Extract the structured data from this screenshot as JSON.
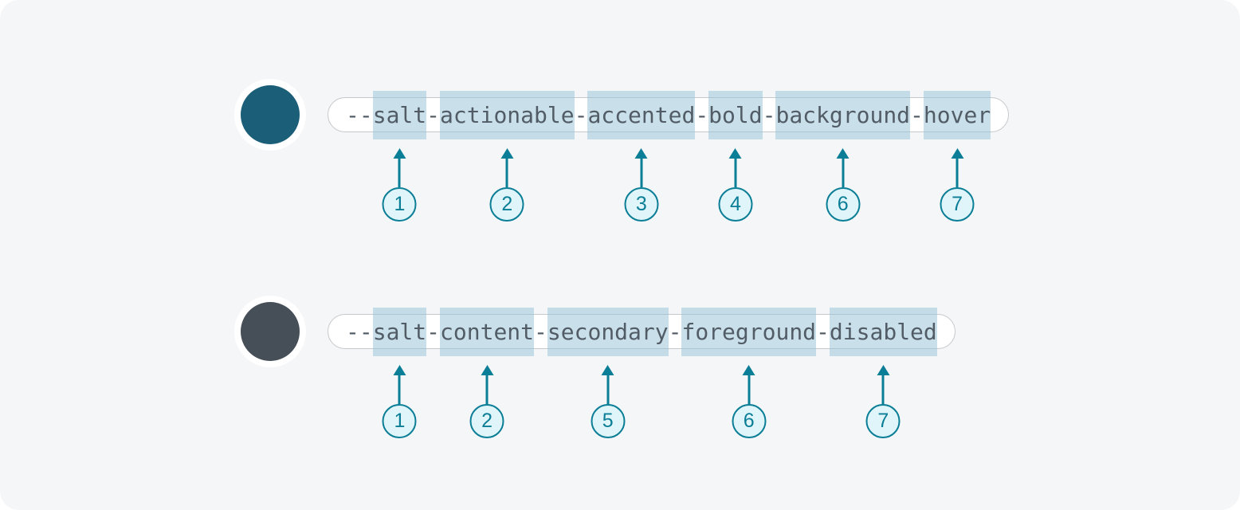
{
  "canvas": {
    "background": "#f4f6f8",
    "page_background": "#ffffff",
    "accent_teal": "#0a7e96",
    "badge_fill": "#e0f5f9",
    "segment_highlight": "#cbe2ec",
    "token_text_color": "#525c66",
    "pill_border_color": "#c5c9cc"
  },
  "rows": [
    {
      "swatch_name": "teal-color-swatch",
      "swatch_color": "#1b5e78",
      "token": "--salt-actionable-accented-bold-background-hover",
      "parts": [
        {
          "text": "--"
        },
        {
          "text": "salt",
          "badge": "1"
        },
        {
          "text": "-"
        },
        {
          "text": "actionable",
          "badge": "2"
        },
        {
          "text": "-"
        },
        {
          "text": "accented",
          "badge": "3"
        },
        {
          "text": "-"
        },
        {
          "text": "bold",
          "badge": "4"
        },
        {
          "text": "-"
        },
        {
          "text": "background",
          "badge": "6"
        },
        {
          "text": "-"
        },
        {
          "text": "hover",
          "badge": "7"
        }
      ]
    },
    {
      "swatch_name": "gray-color-swatch",
      "swatch_color": "#464e57",
      "token": "--salt-content-secondary-foreground-disabled",
      "parts": [
        {
          "text": "--"
        },
        {
          "text": "salt",
          "badge": "1"
        },
        {
          "text": "-"
        },
        {
          "text": "content",
          "badge": "2"
        },
        {
          "text": "-"
        },
        {
          "text": "secondary",
          "badge": "5"
        },
        {
          "text": "-"
        },
        {
          "text": "foreground",
          "badge": "6"
        },
        {
          "text": "-"
        },
        {
          "text": "disabled",
          "badge": "7"
        }
      ]
    }
  ]
}
